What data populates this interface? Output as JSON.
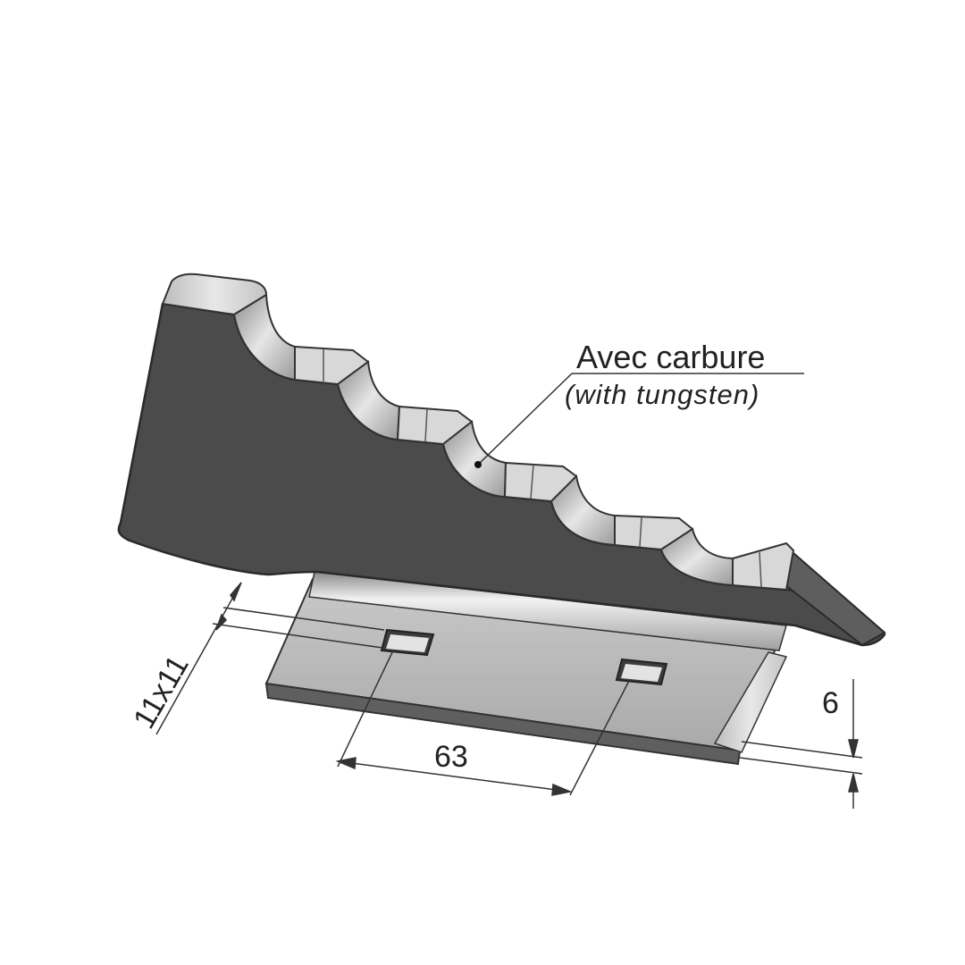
{
  "annotation": {
    "title": "Avec carbure",
    "subtitle": "(with tungsten)"
  },
  "dimensions": {
    "hole_size": "11x11",
    "hole_spacing": "63",
    "thickness": "6"
  },
  "colors": {
    "blade_body": "#4d4d4d",
    "blade_edge": "#5c5c5c",
    "carbide_light": "#d9d9d9",
    "plate_top": "#b8b8b8",
    "plate_front": "#6b6b6b",
    "rail": "#cfcfcf",
    "line": "#333333"
  }
}
